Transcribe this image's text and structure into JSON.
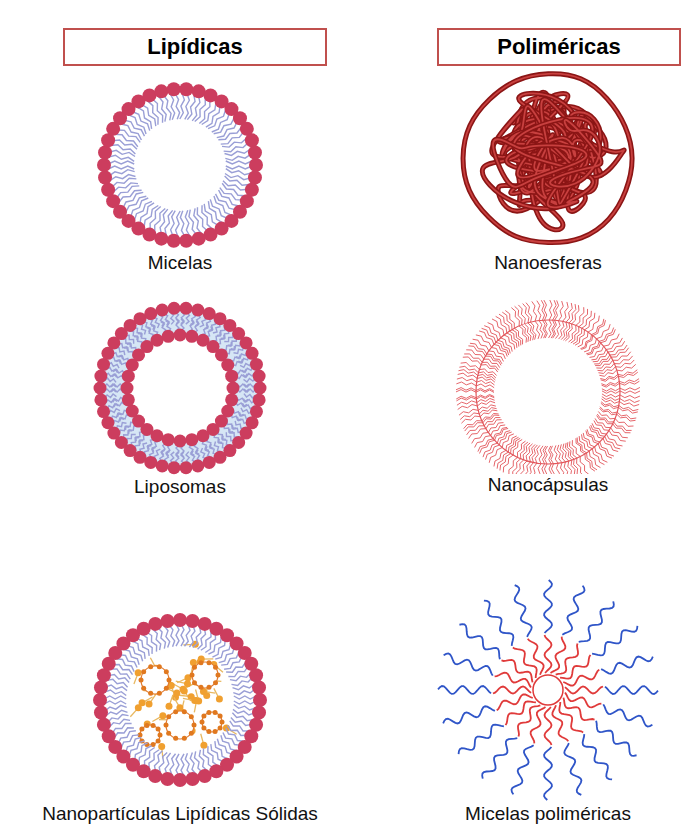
{
  "diagram": {
    "nodes": [
      {
        "text": [
          "Lipídicas"
        ]
      },
      {
        "text": [
          "Poliméricas"
        ]
      }
    ],
    "labels": [
      "Micelas",
      "Nanoesferas",
      "Liposomas",
      "Nanocápsulas",
      "Nanopartículas Lipídicas Sólidas",
      "Micelas poliméricas"
    ]
  }
}
